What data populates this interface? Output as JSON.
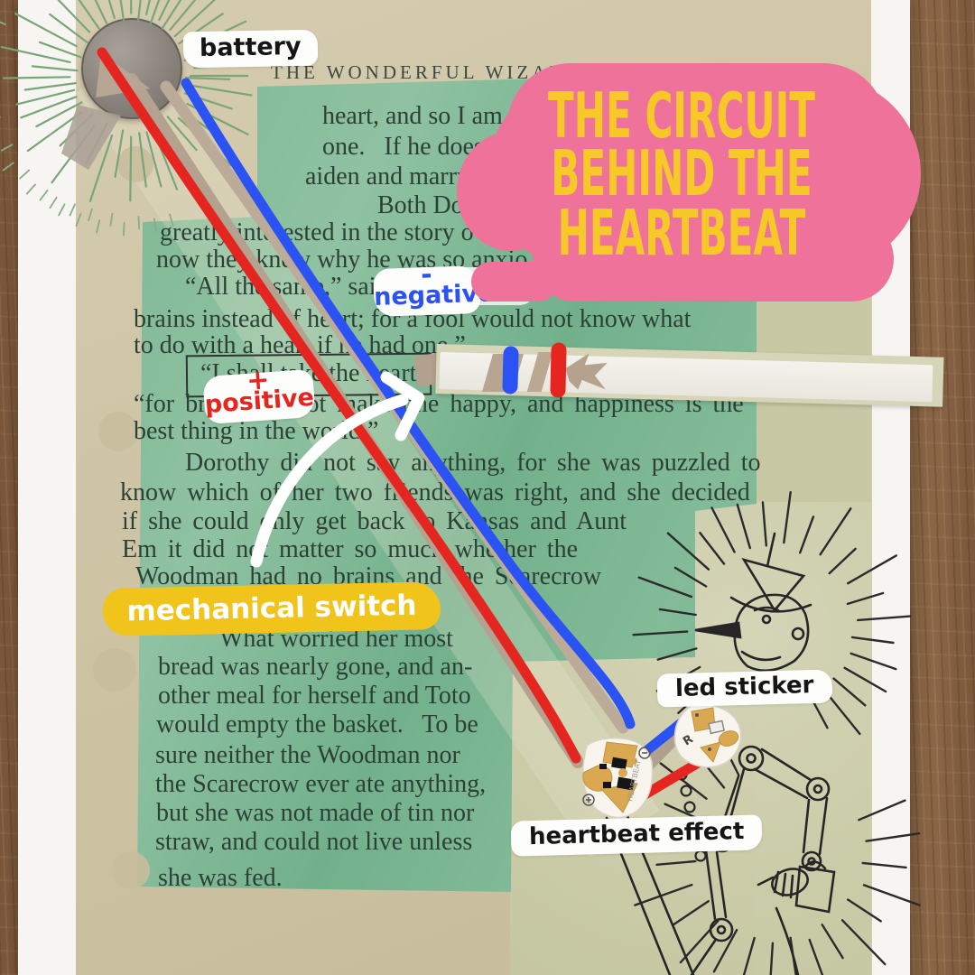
{
  "title": {
    "line1": "THE CIRCUIT",
    "line2": "BEHIND THE",
    "line3": "HEARTBEAT"
  },
  "labels": {
    "battery": "battery",
    "negative_sign": "-",
    "negative": "negative",
    "positive_sign": "+",
    "positive": "positive",
    "mechanical_switch": "mechanical switch",
    "led_sticker": "led sticker",
    "heartbeat_effect": "heartbeat effect"
  },
  "book": {
    "header": "THE WONDERFUL WIZARD",
    "boxed_line": "“I shall take the heart,”",
    "lines": [
      "heart, and so I am resolv",
      "one.   If he does, I will",
      "aiden and marry he",
      "Both Dorothy an",
      "greatly interested in the story o",
      "now they knew why he was so anxio",
      "“All the same,” said the Scarecrow, “I shall",
      "brains instead of heart; for a fool would not know what",
      "to do with a heart if he had one.”",
      "“for brains do not make one happy, and happiness is the",
      "best thing in the world.”",
      "Dorothy did not say anything, for she was puzzled to",
      "know which of her two friends was right, and she decided",
      "if she could only get back to Kansas and Aunt",
      "Em it did not matter so much whether the",
      "Woodman had no brains and the Scarecrow",
      "What worried her most",
      "bread was nearly gone, and an-",
      "other meal for herself and Toto",
      "would empty the basket.   To be",
      "sure neither the Woodman nor",
      "the Scarecrow ever ate anything,",
      "but she was not made of tin nor",
      "straw, and could not live unless",
      "she was fed."
    ]
  },
  "stickers": {
    "heartbeat_marking": "HEARTBEAT",
    "led_marking": "R"
  },
  "colors": {
    "pink": "#EE7299",
    "title_yellow": "#F7C928",
    "label_yellow": "#F0C41B",
    "wire_red": "#E52520",
    "wire_blue": "#2B52F2",
    "highlight_green": "#7DB694",
    "copper": "#B5A493",
    "paper_tan": "#CDC3A3",
    "wood": "#8D6A49"
  }
}
